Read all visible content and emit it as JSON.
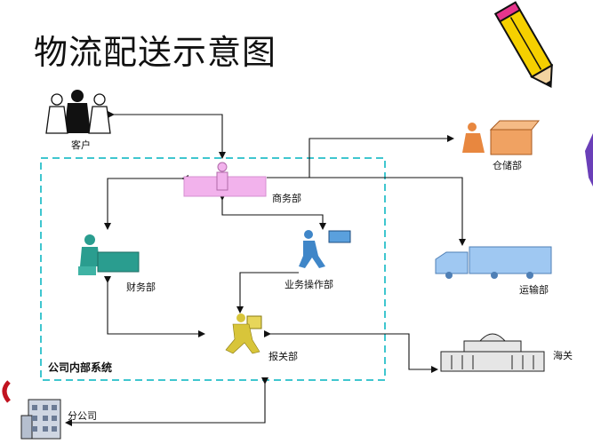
{
  "title": "物流配送示意图",
  "boundary": {
    "label": "公司内部系统",
    "color": "#3fc6cf"
  },
  "nodes": {
    "customer": "客户",
    "commerce": "商务部",
    "warehouse": "仓储部",
    "finance": "财务部",
    "operations": "业务操作部",
    "transport": "运输部",
    "customs_dept": "报关部",
    "customs": "海关",
    "branch": "分公司"
  },
  "colors": {
    "commerce_box": "#f2b2ec",
    "warehouse_person": "#e8873f",
    "finance_person": "#2a9d8f",
    "operations_person": "#3f86c8",
    "transport_truck": "#9fc8f2",
    "customs_person": "#d8c53a",
    "pencil_body": "#f5d000"
  },
  "icons": [
    "people-group-icon",
    "person-with-box-icon",
    "clerk-icon",
    "person-at-desk-icon",
    "person-with-money-icon",
    "truck-icon",
    "person-carrying-parcel-icon",
    "government-building-icon",
    "office-building-icon",
    "pencil-icon"
  ]
}
